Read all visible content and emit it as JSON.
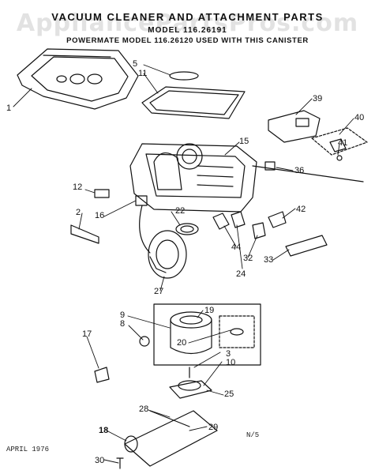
{
  "header": {
    "title": "VACUUM CLEANER AND ATTACHMENT PARTS",
    "model_line": "MODEL 116.26191",
    "note": "POWERMATE MODEL 116.26120   USED WITH THIS CANISTER"
  },
  "watermark": "AppliancePartsPros.com",
  "footer": {
    "date": "APRIL 1976",
    "code": "N/5"
  },
  "part_labels": [
    "1",
    "2",
    "3",
    "5",
    "8",
    "9",
    "10",
    "11",
    "12",
    "15",
    "16",
    "17",
    "18",
    "19",
    "20",
    "22",
    "24",
    "25",
    "27",
    "28",
    "29",
    "30",
    "32",
    "33",
    "36",
    "39",
    "40",
    "41",
    "42",
    "44"
  ]
}
